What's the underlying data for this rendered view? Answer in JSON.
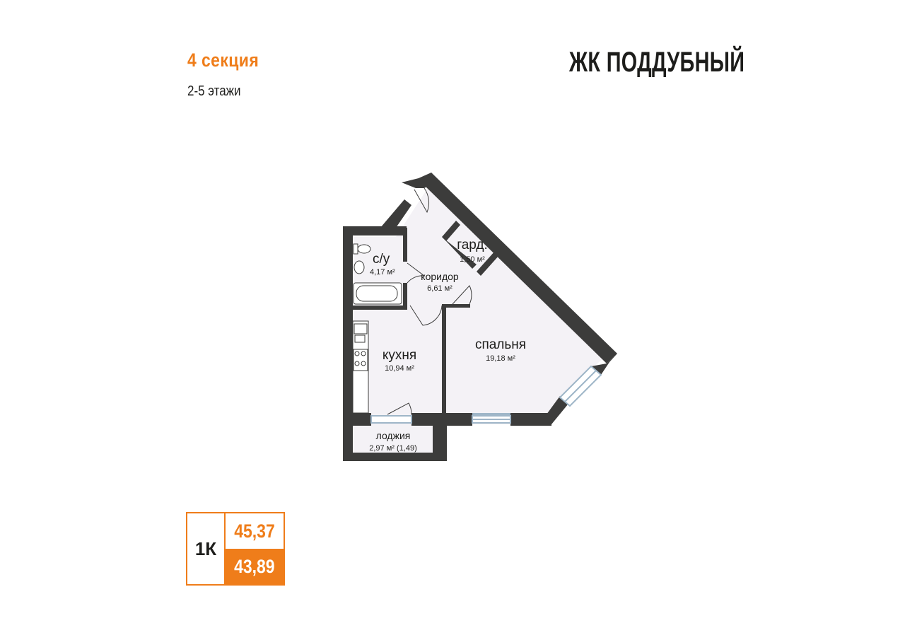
{
  "header": {
    "section": "4 секция",
    "floors": "2-5 этажи",
    "complex": "ЖК ПОДДУБНЫЙ"
  },
  "colors": {
    "accent": "#ef7d1a",
    "wall": "#3c3c3b",
    "room_fill": "#f4f2f6",
    "text": "#1d1d1b"
  },
  "rooms": {
    "bathroom": {
      "name": "с/у",
      "area": "4,17 м²"
    },
    "wardrobe": {
      "name": "гард.",
      "area": "1,50 м²"
    },
    "corridor": {
      "name": "коридор",
      "area": "6,61 м²"
    },
    "kitchen": {
      "name": "кухня",
      "area": "10,94 м²"
    },
    "bedroom": {
      "name": "спальня",
      "area": "19,18 м²"
    },
    "loggia": {
      "name": "лоджия",
      "area": "2,97 м² (1,49)"
    }
  },
  "summary": {
    "type": "1К",
    "total_area": "45,37",
    "living_area": "43,89"
  }
}
